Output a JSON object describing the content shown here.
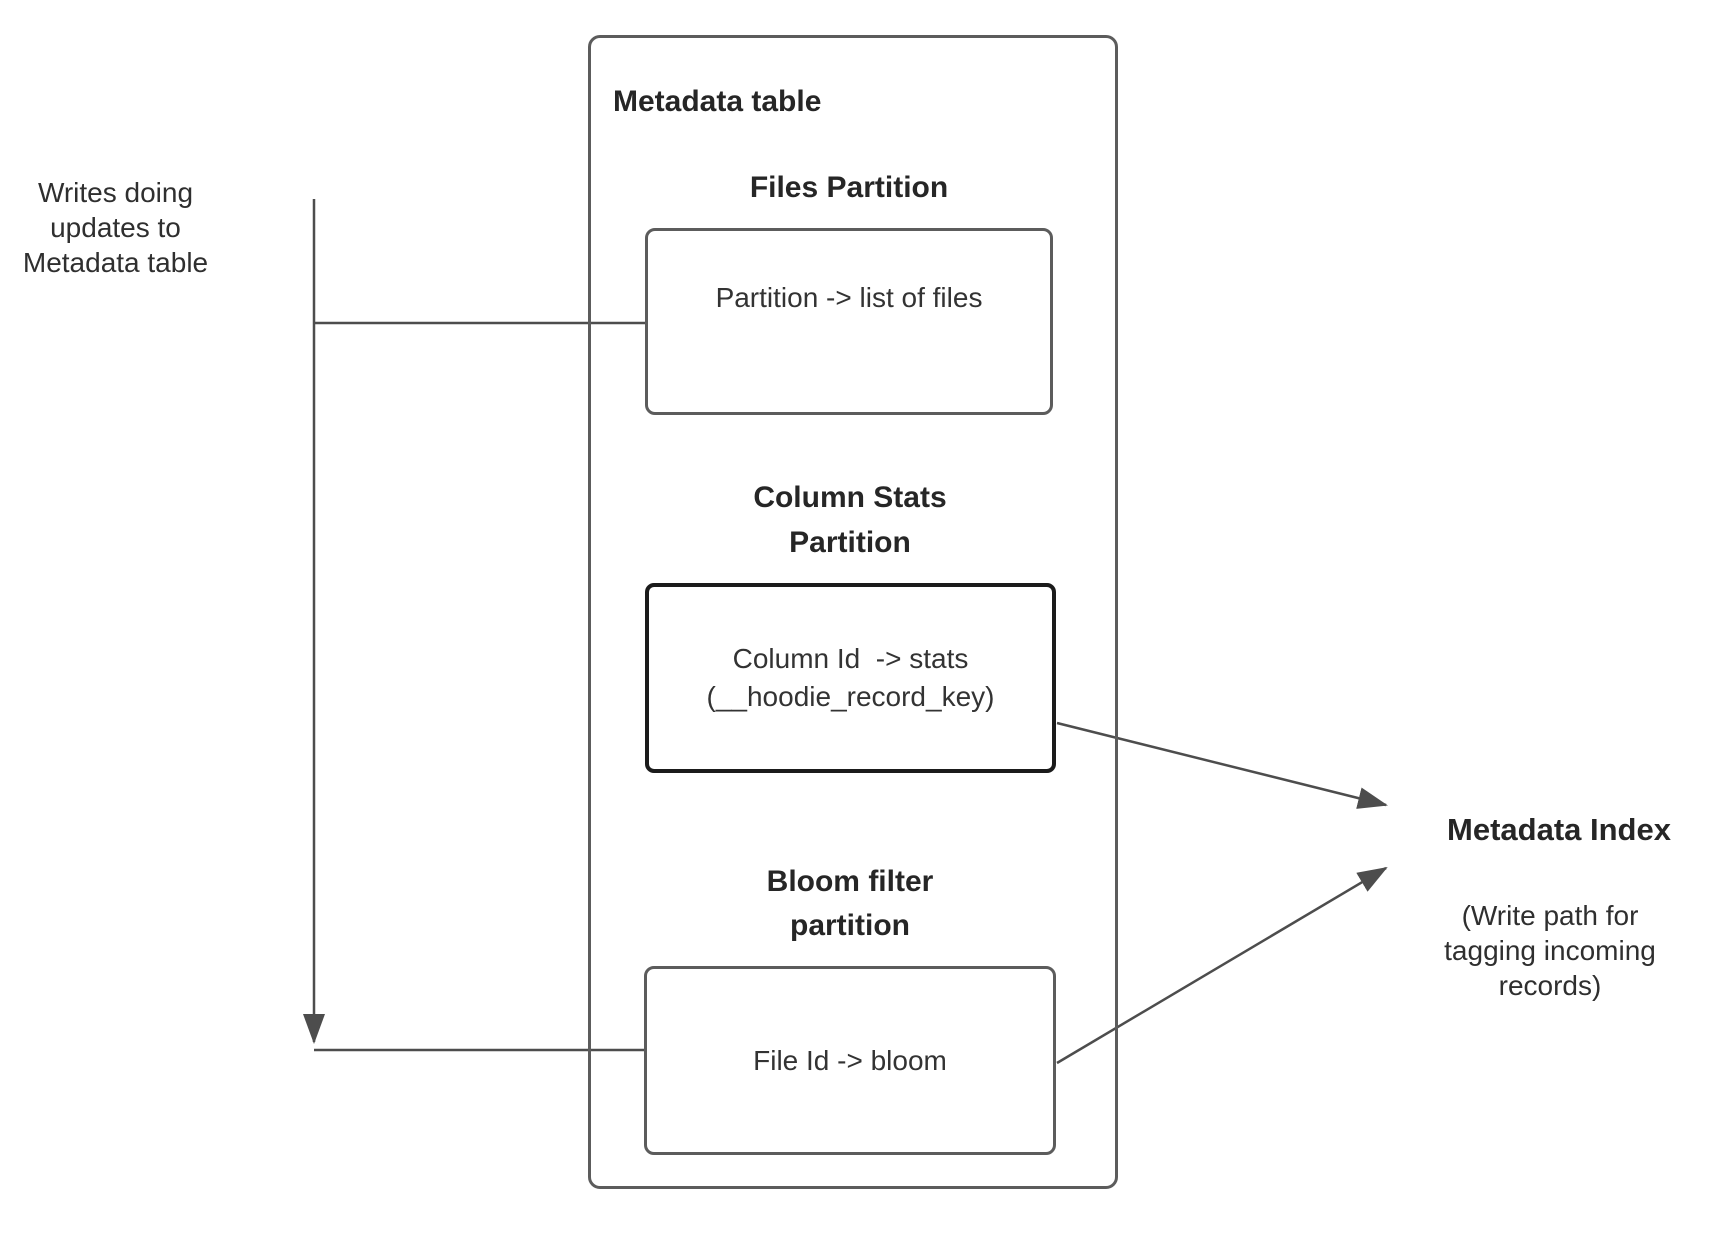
{
  "colors": {
    "line": "#4d4d4d",
    "box_border": "#5c5c5c",
    "stats_box_border": "#1b1b1b",
    "text": "#2d2d2d",
    "background": "#ffffff"
  },
  "left_note": {
    "lines": [
      "Writes doing",
      "updates to",
      "Metadata table"
    ]
  },
  "metadata_table": {
    "title": "Metadata table",
    "files_partition": {
      "heading": "Files Partition",
      "mapping": "Partition -> list of files"
    },
    "column_stats_partition": {
      "heading_line1": "Column Stats",
      "heading_line2": "Partition",
      "mapping_line1": "Column Id  -> stats",
      "mapping_line2": "(__hoodie_record_key)"
    },
    "bloom_filter_partition": {
      "heading_line1": "Bloom filter",
      "heading_line2": "partition",
      "mapping": "File Id -> bloom"
    }
  },
  "metadata_index": {
    "title": "Metadata Index",
    "subtitle_lines": [
      "(Write path for",
      "tagging incoming",
      "records)"
    ]
  }
}
